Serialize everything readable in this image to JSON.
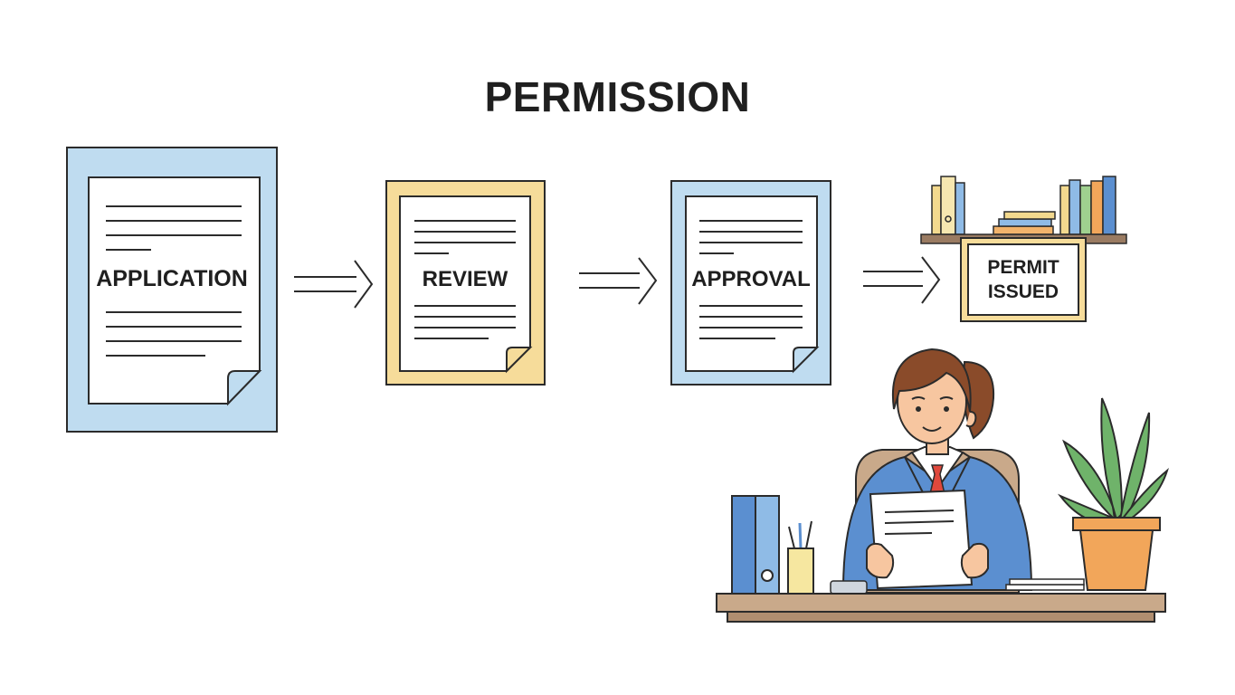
{
  "title": "PERMISSION",
  "steps": [
    {
      "label": "APPLICATION",
      "color": "#bfdcf0"
    },
    {
      "label": "REVIEW",
      "color": "#f6dc9a"
    },
    {
      "label": "APPROVAL",
      "color": "#bfdcf0"
    }
  ],
  "permit": {
    "line1": "PERMIT",
    "line2": "ISSUED",
    "frame_color": "#f6dc9a"
  },
  "colors": {
    "outline": "#2b2b2b",
    "paper": "#ffffff",
    "blue_suit": "#5b8fd0",
    "hair": "#8a4b2a",
    "skin": "#f7c6a0",
    "tie": "#e0483c",
    "desk": "#c9a98a",
    "plant_green": "#6fb36a",
    "pot": "#f2a65a",
    "shelf": "#9a7b62"
  }
}
